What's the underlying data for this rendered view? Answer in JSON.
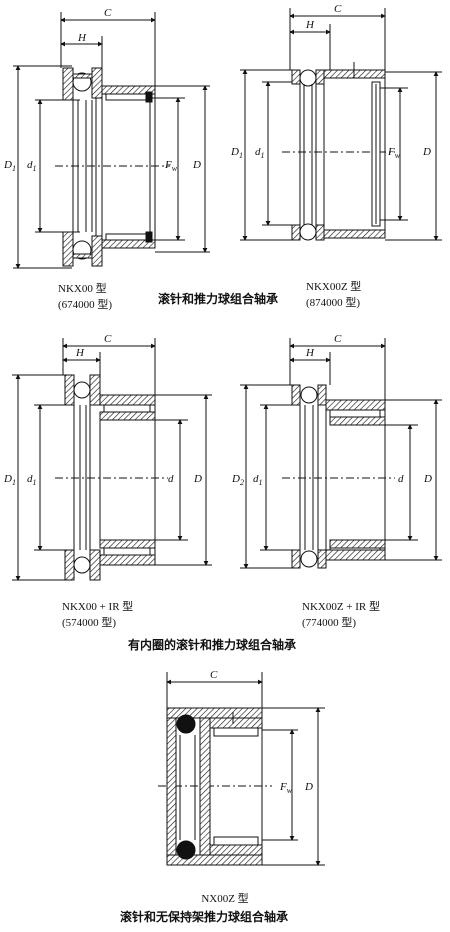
{
  "figures": [
    {
      "id": "nkx00",
      "model": "NKX00 型",
      "code": "(674000 型)",
      "dims": {
        "c": "C",
        "h": "H",
        "d1_outer": "D",
        "d1_outer_sub": "1",
        "d_inner": "d",
        "d_inner_sub": "1",
        "fw": "F",
        "fw_sub": "w",
        "d_outer": "D"
      }
    },
    {
      "id": "nkx00z",
      "model": "NKX00Z 型",
      "code": "(874000 型)",
      "dims": {
        "c": "C",
        "h": "H",
        "d1_outer": "D",
        "d1_outer_sub": "1",
        "d_inner": "d",
        "d_inner_sub": "1",
        "fw": "F",
        "fw_sub": "w",
        "d_outer": "D"
      }
    },
    {
      "id": "nkx00-ir",
      "model": "NKX00 + IR 型",
      "code": "(574000 型)",
      "dims": {
        "c": "C",
        "h": "H",
        "d1_outer": "D",
        "d1_outer_sub": "1",
        "d_inner": "d",
        "d_inner_sub": "1",
        "fw": "d",
        "fw_sub": "",
        "d_outer": "D"
      }
    },
    {
      "id": "nkx00z-ir",
      "model": "NKX00Z + IR 型",
      "code": "(774000 型)",
      "dims": {
        "c": "C",
        "h": "H",
        "d1_outer": "D",
        "d1_outer_sub": "2",
        "d_inner": "d",
        "d_inner_sub": "1",
        "fw": "d",
        "fw_sub": "",
        "d_outer": "D"
      }
    },
    {
      "id": "nx00z",
      "model": "NX00Z 型",
      "code": "",
      "dims": {
        "c": "C",
        "fw": "F",
        "fw_sub": "w",
        "d_outer": "D"
      }
    }
  ],
  "group_titles": {
    "row1": "滚针和推力球组合轴承",
    "row2": "有内圈的滚针和推力球组合轴承",
    "row3": "滚针和无保持架推力球组合轴承"
  }
}
